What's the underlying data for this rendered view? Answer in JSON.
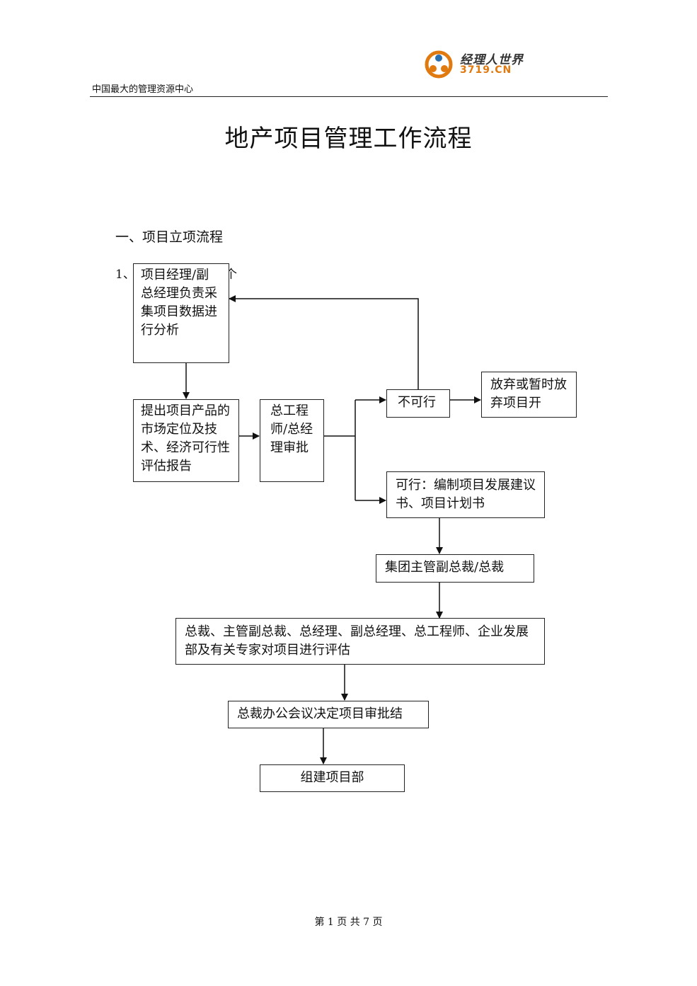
{
  "header": {
    "left_text": "中国最大的管理资源中心",
    "logo_cn": "经理人世界",
    "logo_en": "3719.CN"
  },
  "title": "地产项目管理工作流程",
  "section_heading": "一、项目立项流程",
  "subsection_number": "1、",
  "subsection_tail": "个",
  "boxes": {
    "collect": "项目经理/副总经理负责采集项目数据进行分析",
    "report": "提出项目产品的市场定位及技术、经济可行性评估报告",
    "approve": "总工程师/总经理审批",
    "infeasible": "不可行",
    "abandon": "放弃或暂时放弃项目开",
    "feasible": "可行：编制项目发展建议书、项目计划书",
    "vp": "集团主管副总裁/总裁",
    "evaluate": "总裁、主管副总裁、总经理、副总经理、总工程师、企业发展部及有关专家对项目进行评估",
    "meeting": "总裁办公会议决定项目审批结",
    "dept": "组建项目部"
  },
  "footer": "第 1 页 共 7 页",
  "colors": {
    "logo_orange": "#e07a10",
    "logo_blue": "#2a6fb0"
  }
}
